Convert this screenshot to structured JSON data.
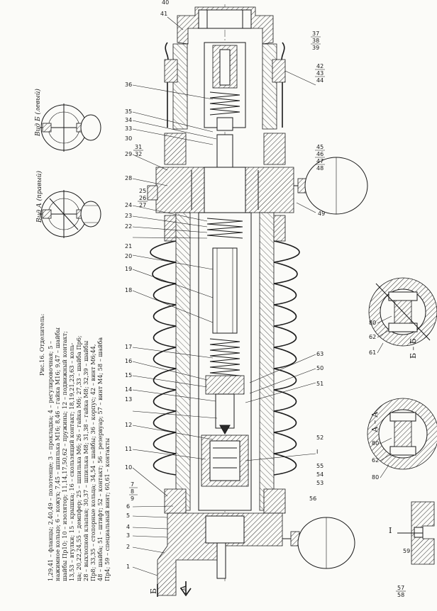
{
  "caption": {
    "title": "Рис.16. Отделитель:",
    "lines": [
      "1,29,41 – фланцы; 2,40,49 – полотенце; 3 – прокладка; 4 – регулировочная; 5 –",
      "нажимное кольцо; 6 – кожух; 7,45 – шпилька М16; 8,46 – гайка М16; 9,47 – шайбы",
      "шайбы Пр10; 10 – изолятор; 11,14,17,50,62 – пружины; 12 – подвижный контакт;",
      "13,53 – втулки; 15 – крышка; 16 – скользящий контакт; 18,19,21,23,63 – коль-",
      "ца; 20,22,24,55 – демпфер; 25 – шпилька М6; 26 – гайка М6; 27,33 – шайба Пр6;",
      "28 – выхлопной клапан; 30,37 – шпилька М8; 31,38 – гайка М8; 32,39 – шайбы",
      "Пр8; 33,35 – стопорные кольца; 34,54 – шайбы; 36 – корпус; 42 – винт М6;44,",
      "48 – шайба; 51 – штифт; 52 – контакт; 56 – резервуар; 57 – винт М4; 58 – шайба",
      "Пр4; 59 – специальный винт; 60,61 – контакты"
    ]
  },
  "views": {
    "view_a": "Вид А (правый)",
    "view_b": "Вид Б (левый)",
    "section_aa": "А – А",
    "section_bb": "Б – Б",
    "detail_i": "I",
    "arrow_a": "А",
    "arrow_b": "Б"
  },
  "labels": {
    "top": [
      "41",
      "40",
      "36",
      "35",
      "34",
      "33",
      "30",
      "29",
      "28",
      "25",
      "24",
      "23",
      "22",
      "21",
      "20",
      "19",
      "18",
      "17",
      "16",
      "15",
      "14",
      "13",
      "12",
      "11",
      "10",
      "6",
      "5",
      "4",
      "3",
      "2",
      "1"
    ],
    "stack_7_8_9": [
      "7",
      "8",
      "9"
    ],
    "stack_37_38_39": [
      "37",
      "38",
      "39"
    ],
    "stack_42_43_44": [
      "42",
      "43",
      "44"
    ],
    "stack_31_32": [
      "31",
      "32"
    ],
    "stack_45_46_47_48": [
      "45",
      "46",
      "47",
      "48"
    ],
    "stack_26_27": [
      "26",
      "27"
    ],
    "stack_57_58": [
      "57",
      "58"
    ],
    "bottom_left": [
      "I",
      "55",
      "54",
      "53",
      "52"
    ],
    "bottom_right": [
      "51",
      "50",
      "63"
    ],
    "misc": [
      "49",
      "56",
      "59",
      "60",
      "61",
      "62",
      "80"
    ]
  }
}
